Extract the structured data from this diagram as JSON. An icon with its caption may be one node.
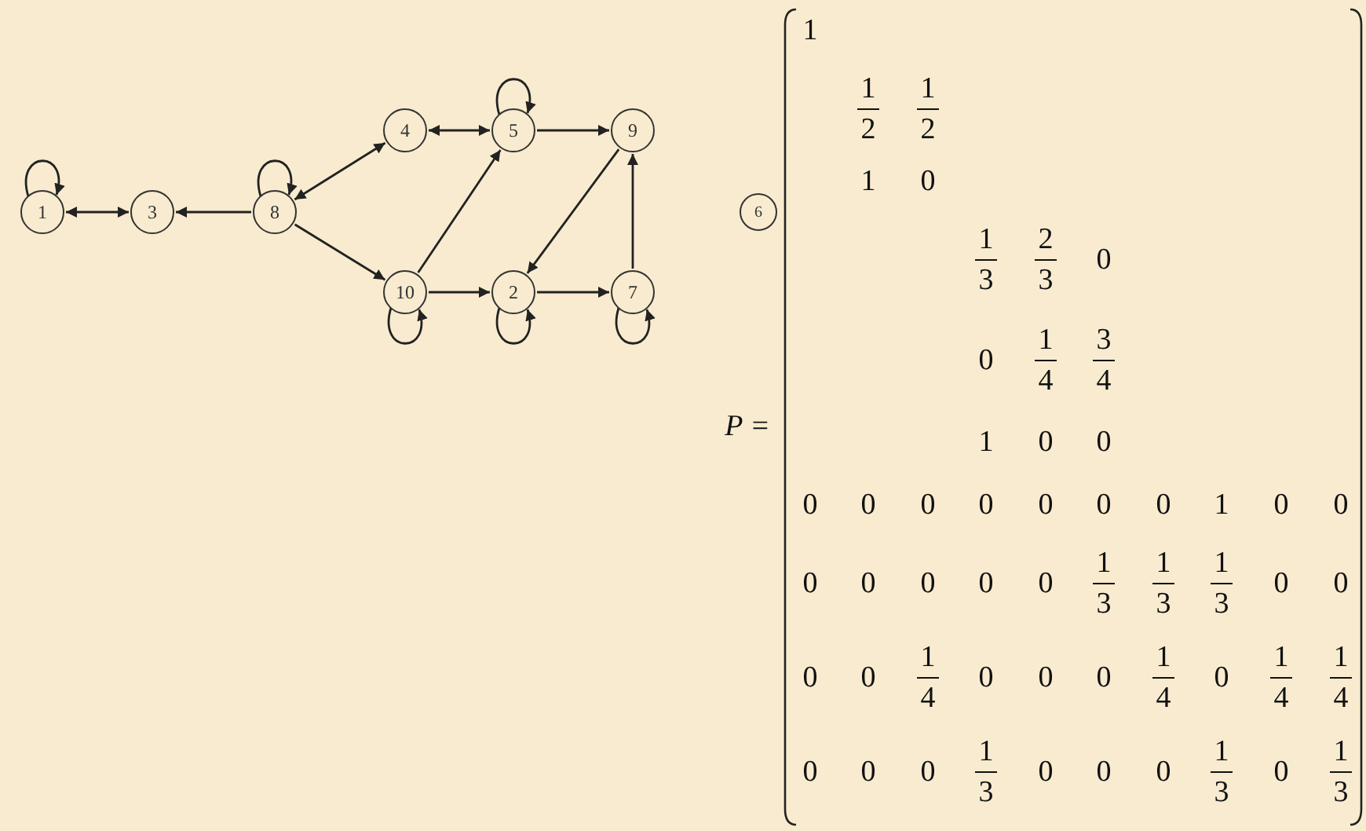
{
  "diagram": {
    "nodes": [
      {
        "text": [
          "4"
        ]
      },
      {
        "text": [
          "5"
        ]
      },
      {
        "text": [
          "9"
        ]
      },
      {
        "text": [
          "1"
        ]
      },
      {
        "text": [
          "3"
        ]
      },
      {
        "text": [
          "8"
        ]
      },
      {
        "text": [
          "10"
        ]
      },
      {
        "text": [
          "2"
        ]
      },
      {
        "text": [
          "7"
        ]
      },
      {
        "text": [
          "6"
        ]
      }
    ],
    "edges": [
      {
        "from": 3,
        "to": 3,
        "arrow": "to"
      },
      {
        "from": 3,
        "to": 4,
        "arrow": "both"
      },
      {
        "from": 5,
        "to": 5,
        "arrow": "to"
      },
      {
        "from": 5,
        "to": 4,
        "arrow": "to"
      },
      {
        "from": 5,
        "to": 0,
        "arrow": "both"
      },
      {
        "from": 0,
        "to": 1,
        "arrow": "both"
      },
      {
        "from": 1,
        "to": 1,
        "arrow": "to"
      },
      {
        "from": 1,
        "to": 2,
        "arrow": "to"
      },
      {
        "from": 5,
        "to": 6,
        "arrow": "to"
      },
      {
        "from": 6,
        "to": 1,
        "arrow": "to"
      },
      {
        "from": 6,
        "to": 7,
        "arrow": "to"
      },
      {
        "from": 6,
        "to": 6,
        "arrow": "to"
      },
      {
        "from": 2,
        "to": 7,
        "arrow": "to"
      },
      {
        "from": 7,
        "to": 8,
        "arrow": "to"
      },
      {
        "from": 7,
        "to": 7,
        "arrow": "to"
      },
      {
        "from": 8,
        "to": 2,
        "arrow": "to"
      },
      {
        "from": 8,
        "to": 8,
        "arrow": "to"
      }
    ],
    "labels": [
      "P =",
      "1",
      "1",
      "1",
      "2",
      "2",
      "1",
      "0",
      "1",
      "2",
      "0",
      "3",
      "3",
      "1",
      "3",
      "0",
      "4",
      "4",
      "1",
      "0",
      "0",
      "0",
      "0",
      "0",
      "0",
      "0",
      "0",
      "0",
      "1",
      "0",
      "0",
      "1",
      "1",
      "1",
      "0",
      "0",
      "0",
      "0",
      "0",
      "0",
      "0",
      "3",
      "3",
      "3",
      "1",
      "1",
      "1",
      "1",
      "0",
      "0",
      "0",
      "0",
      "0",
      "0",
      "4",
      "4",
      "4",
      "4",
      "1",
      "1",
      "1",
      "0",
      "0",
      "0",
      "0",
      "0",
      "0",
      "0",
      "3",
      "3",
      "3"
    ]
  }
}
